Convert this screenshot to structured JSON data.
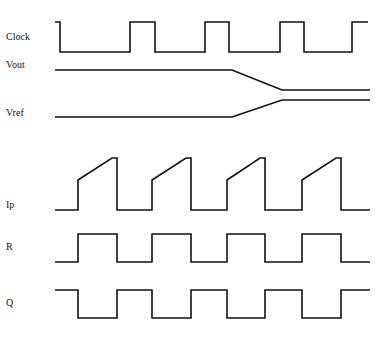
{
  "diagram": {
    "labels": [
      "Clock",
      "Vout",
      "Vref",
      "Ip",
      "R",
      "Q"
    ]
  }
}
